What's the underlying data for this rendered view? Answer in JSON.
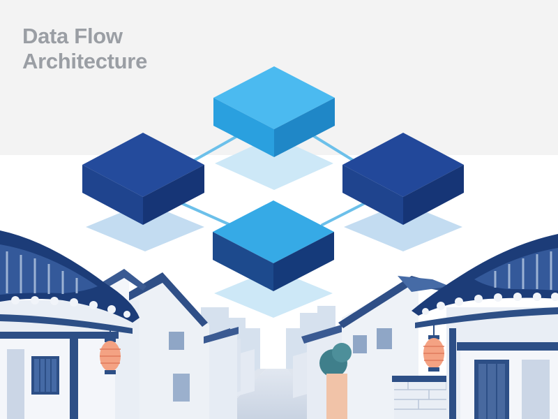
{
  "title": {
    "line1": "Data Flow",
    "line2": "Architecture"
  },
  "colors": {
    "background_top": "#f3f3f3",
    "title_gray": "#9a9ea4",
    "node_light_blue": "#2ea6e3",
    "node_dark_blue": "#1b3f86",
    "connector": "#6cc0ea",
    "street_navy": "#2d4f86",
    "lantern": "#f4a283"
  },
  "diagram": {
    "nodes": [
      {
        "id": "top",
        "tone": "light"
      },
      {
        "id": "left",
        "tone": "dark"
      },
      {
        "id": "right",
        "tone": "dark"
      },
      {
        "id": "bottom",
        "tone": "mixed"
      }
    ],
    "connections": [
      [
        "top",
        "left"
      ],
      [
        "top",
        "right"
      ],
      [
        "left",
        "bottom"
      ],
      [
        "right",
        "bottom"
      ]
    ]
  },
  "illustration": {
    "subject": "traditional hanok street with lanterns"
  }
}
